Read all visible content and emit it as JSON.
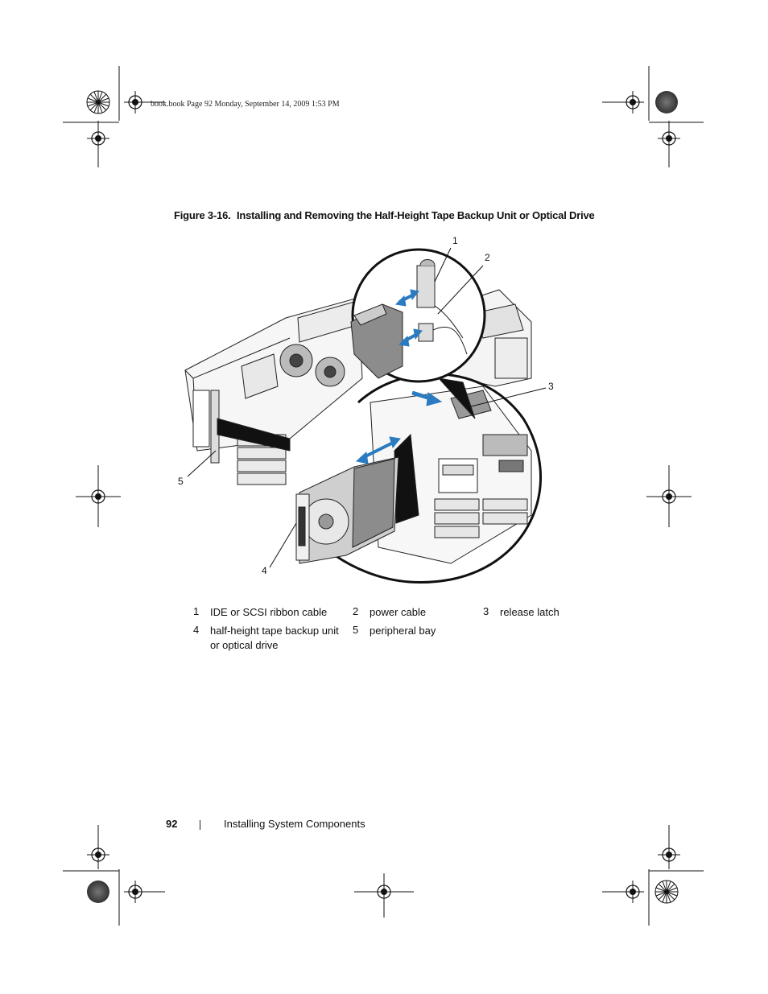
{
  "header": {
    "print_line": "book.book  Page 92  Monday, September 14, 2009  1:53 PM"
  },
  "figure": {
    "number": "Figure 3-16.",
    "title": "Installing and Removing the Half-Height Tape Backup Unit or Optical Drive",
    "callouts": [
      "1",
      "2",
      "3",
      "4",
      "5"
    ]
  },
  "legend": [
    {
      "num": "1",
      "text": "IDE or SCSI ribbon cable"
    },
    {
      "num": "2",
      "text": "power cable"
    },
    {
      "num": "3",
      "text": "release latch"
    },
    {
      "num": "4",
      "text": "half-height tape backup unit",
      "text2": "or optical drive"
    },
    {
      "num": "5",
      "text": "peripheral bay"
    }
  ],
  "footer": {
    "page_number": "92",
    "section": "Installing System Components"
  },
  "colors": {
    "arrow_blue": "#2a7bc0",
    "drive_gray": "#8c8c8c"
  }
}
